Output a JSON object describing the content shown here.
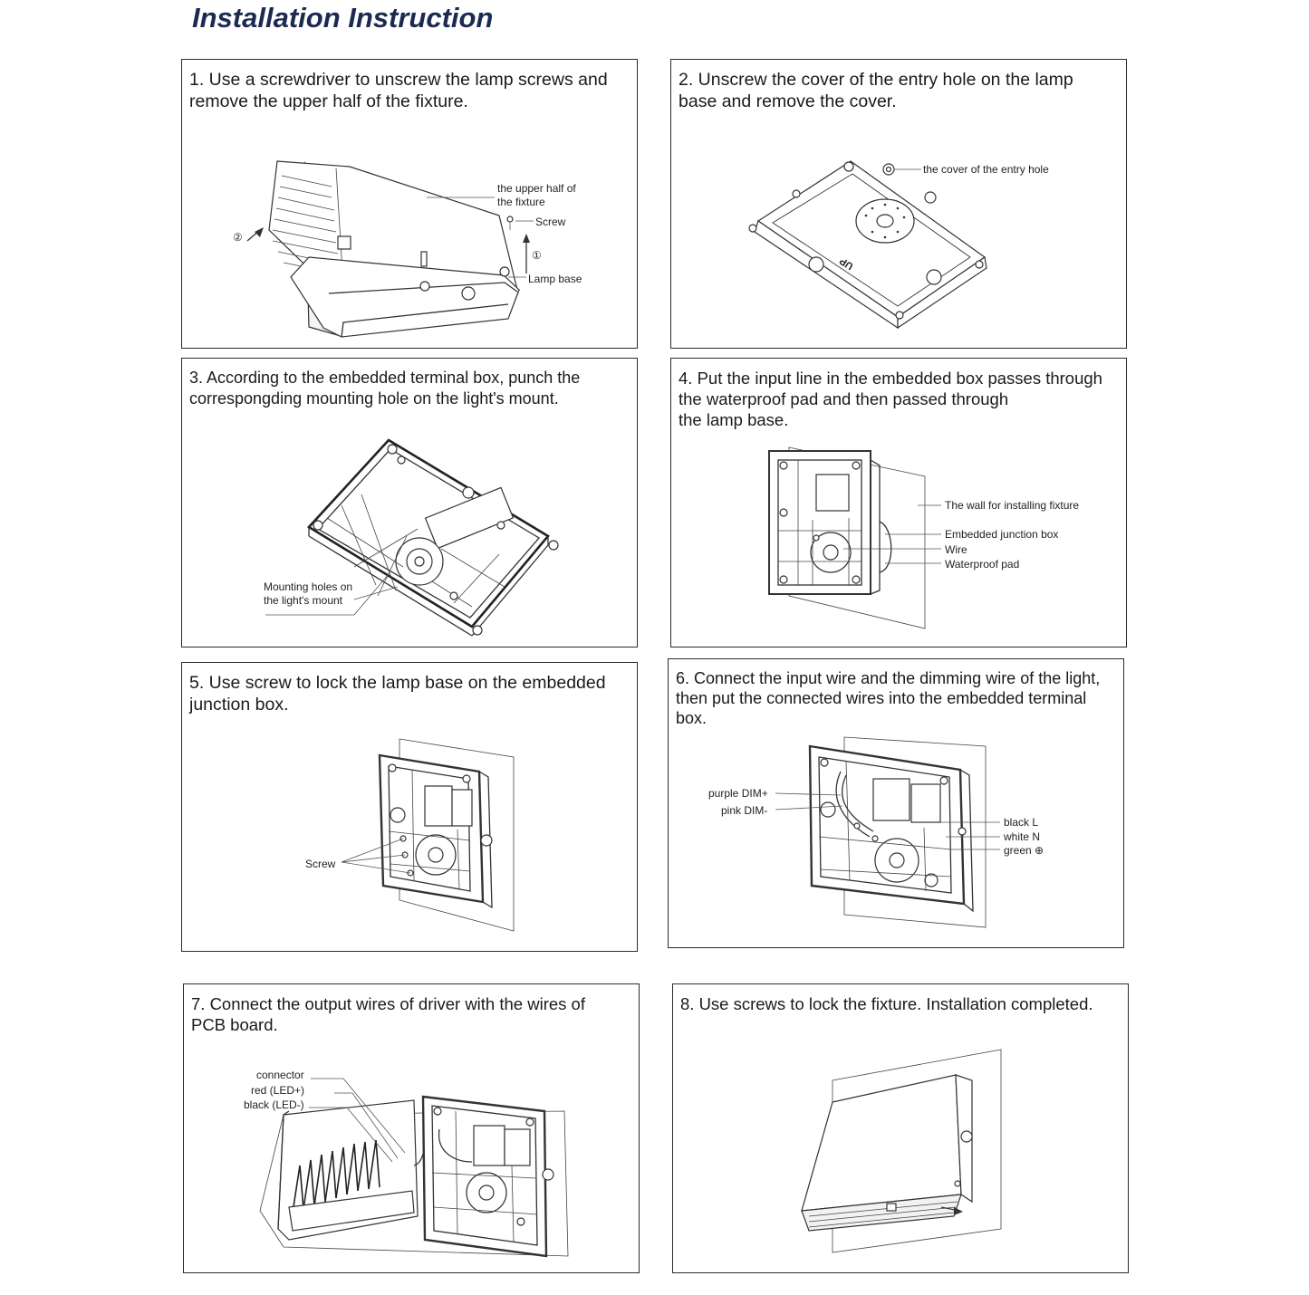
{
  "title": "Installation Instruction",
  "steps": [
    {
      "lines": [
        "1. Use a screwdriver to unscrew the lamp screws and",
        "remove the upper half of the fixture."
      ],
      "labels": {
        "upper_half_1": "the upper half of",
        "upper_half_2": "the fixture",
        "screw": "Screw",
        "lamp_base": "Lamp base",
        "arrow_1": "①",
        "arrow_2": "②"
      }
    },
    {
      "lines": [
        "2. Unscrew the cover of the entry hole on the lamp",
        "base and remove the cover."
      ],
      "labels": {
        "cover": "the cover of the entry hole",
        "up_mark": "UP"
      }
    },
    {
      "lines": [
        "3. According to the embedded terminal box, punch the",
        "correspongding mounting hole on the light's mount."
      ],
      "labels": {
        "mounting_1": "Mounting holes on",
        "mounting_2": "the light's mount"
      }
    },
    {
      "lines": [
        "4. Put the input line in the embedded box passes through",
        "the waterproof pad and then passed through",
        "the lamp base."
      ],
      "labels": {
        "wall": "The wall for installing fixture",
        "junction": "Embedded junction box",
        "wire": "Wire",
        "pad": "Waterproof pad"
      }
    },
    {
      "lines": [
        "5. Use screw to lock the lamp base on the embedded",
        "junction box."
      ],
      "labels": {
        "screw": "Screw"
      }
    },
    {
      "lines": [
        "6. Connect the input wire and the dimming wire of the light,",
        "then put the connected wires into the embedded terminal box."
      ],
      "labels": {
        "purple": "purple DIM+",
        "pink": "pink DIM-",
        "black": "black L",
        "white": "white N",
        "green": "green ⊕"
      }
    },
    {
      "lines": [
        "7. Connect the output wires of driver with the wires of",
        "PCB board."
      ],
      "labels": {
        "connector": "connector",
        "red": "red (LED+)",
        "black": "black (LED-)"
      }
    },
    {
      "lines": [
        "8. Use screws to lock the fixture. Installation completed."
      ],
      "labels": {}
    }
  ]
}
